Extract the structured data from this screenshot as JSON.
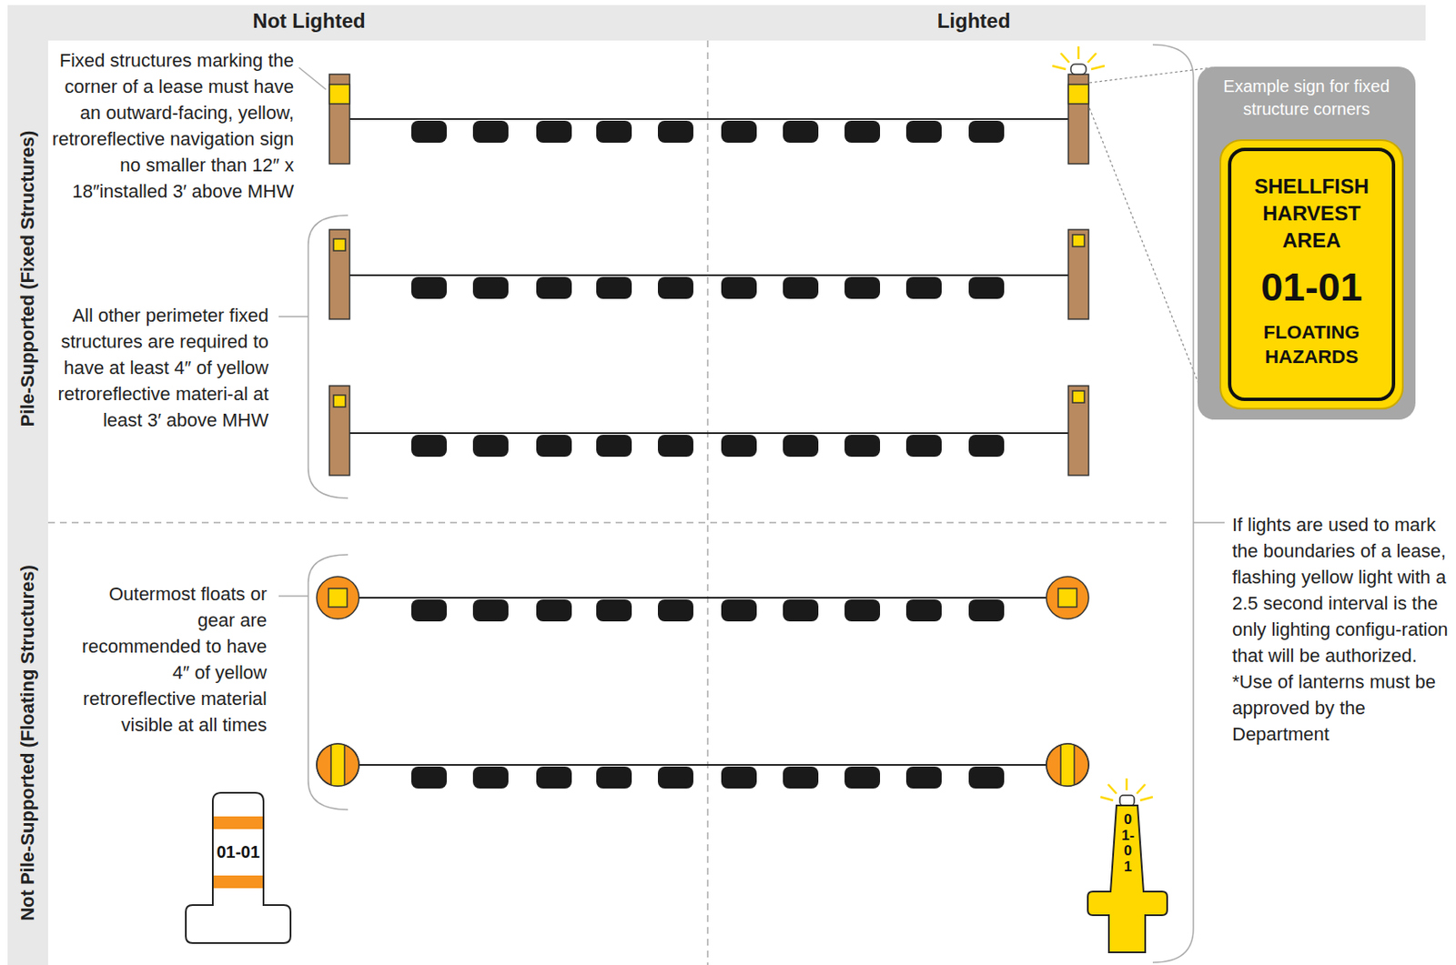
{
  "diagram": {
    "nodes": [
      {
        "text": [
          "Example sign for fixed structure corners"
        ]
      },
      {
        "text": [
          "SHELLFISH HARVEST AREA",
          "01-01",
          "FLOATING HAZARDS"
        ],
        "in": 0
      },
      {
        "text": [
          "01-01"
        ]
      },
      {
        "text": [
          "01-01"
        ]
      }
    ],
    "labels": [
      "Not Lighted",
      "Lighted",
      "Pile-Supported (Fixed Structures)",
      "Not Pile-Supported (Floating Structures)",
      "Fixed structures marking the corner of a lease must have an outward-facing, yellow, retroreflective navigation sign no smaller than 12″ x 18″installed 3′ above MHW",
      "All other perimeter fixed structures are required to have at least 4″ of yellow retroreflective materi-al at least 3′ above MHW",
      "Outermost floats or gear are recommended to have 4″ of yellow retroreflective material visible at all times",
      "If lights are used to mark the boundaries of a lease, flashing yellow light with a 2.5 second interval is the only lighting configu-ration that will be authorized.",
      "*Use of lanterns must be approved by the Department"
    ]
  }
}
